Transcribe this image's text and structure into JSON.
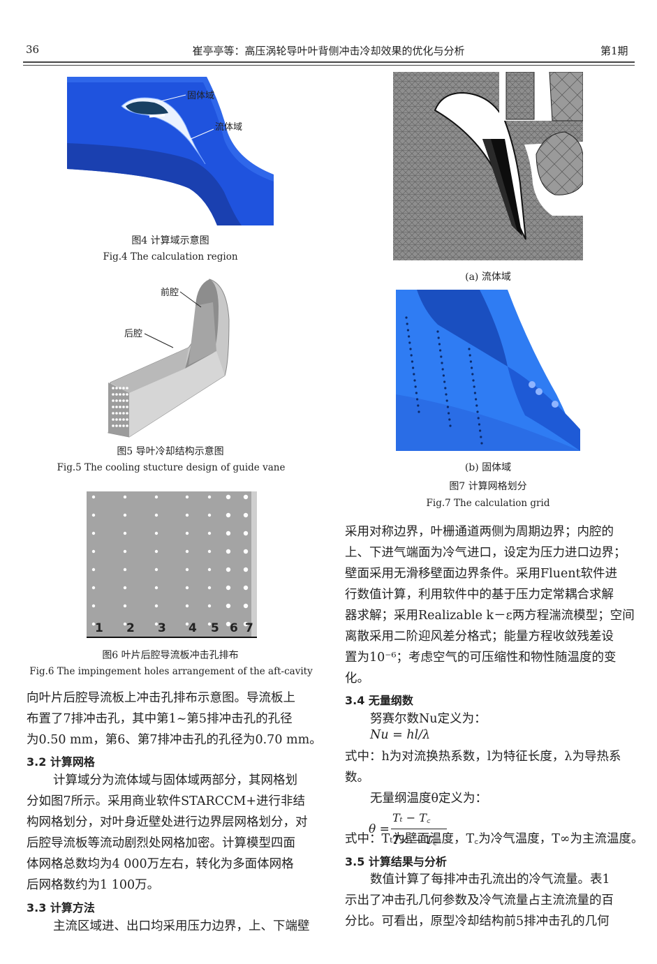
{
  "header": {
    "page_number": "36",
    "title": "崔亭亭等：高压涡轮导叶叶背侧冲击冷却效果的优化与分析",
    "issue": "第1期"
  },
  "fig4": {
    "label_solid": "固体域",
    "label_fluid": "流体域",
    "caption_cn": "图4  计算域示意图",
    "caption_en": "Fig.4  The calculation region"
  },
  "fig5": {
    "label_front": "前腔",
    "label_rear": "后腔",
    "caption_cn": "图5  导叶冷却结构示意图",
    "caption_en": "Fig.5  The cooling stucture design of guide vane"
  },
  "fig6": {
    "row_labels": [
      "1",
      "2",
      "3",
      "4",
      "5",
      "6",
      "7"
    ],
    "caption_cn": "图6  叶片后腔导流板冲击孔排布",
    "caption_en": "Fig.6  The impingement holes arrangement of the aft-cavity"
  },
  "fig7": {
    "sub_a": "(a)  流体域",
    "sub_b": "(b)  固体域",
    "caption_cn": "图7  计算网格划分",
    "caption_en": "Fig.7  The calculation grid"
  },
  "left_text": {
    "p1": [
      "向叶片后腔导流板上冲击孔排布示意图。导流板上",
      "布置了7排冲击孔，其中第1~第5排冲击孔的孔径",
      "为0.50 mm，第6、第7排冲击孔的孔径为0.70 mm。"
    ],
    "s32": "3.2  计算网格",
    "p2": [
      "计算域分为流体域与固体域两部分，其网格划",
      "分如图7所示。采用商业软件STARCCM+进行非结",
      "构网格划分，对叶身近壁处进行边界层网格划分，对",
      "后腔导流板等流动剧烈处网格加密。计算模型四面",
      "体网格总数均为4 000万左右，转化为多面体网格",
      "后网格数约为1 100万。"
    ],
    "s33": "3.3  计算方法",
    "p3": [
      "主流区域进、出口均采用压力边界，上、下端壁"
    ]
  },
  "right_text": {
    "p1": [
      "采用对称边界，叶栅通道两侧为周期边界；内腔的",
      "上、下进气端面为冷气进口，设定为压力进口边界；",
      "壁面采用无滑移壁面边界条件。采用Fluent软件进",
      "行数值计算，利用软件中的基于压力定常耦合求解",
      "器求解；采用Realizable k－ε两方程湍流模型；空间",
      "离散采用二阶迎风差分格式；能量方程收敛残差设",
      "置为10⁻⁶；考虑空气的可压缩性和物性随温度的变",
      "化。"
    ],
    "s34": "3.4  无量纲数",
    "nu_intro": "努赛尔数Nu定义为：",
    "nu_eq": "Nu = hl/λ",
    "nu_def": [
      "式中：h为对流换热系数，l为特征长度，λ为导热系",
      "数。"
    ],
    "theta_intro": "无量纲温度θ定义为：",
    "theta_lhs": "θ =",
    "theta_num": "Tₜ − T꜀",
    "theta_den": "T∞ − T꜀",
    "theta_def": "式中：Tₜ为壁面温度，T꜀为冷气温度，T∞为主流温度。",
    "s35": "3.5  计算结果与分析",
    "p2": [
      "数值计算了每排冲击孔流出的冷气流量。表1",
      "示出了冲击孔几何参数及冷气流量占主流流量的百",
      "分比。可看出，原型冷却结构前5排冲击孔的几何"
    ]
  },
  "colors": {
    "fluid_blue": "#1d4fd6",
    "solid_blue": "#2b6ff0",
    "plate_gray": "#a3a3a3",
    "mesh_gray": "#8a8a8a"
  }
}
